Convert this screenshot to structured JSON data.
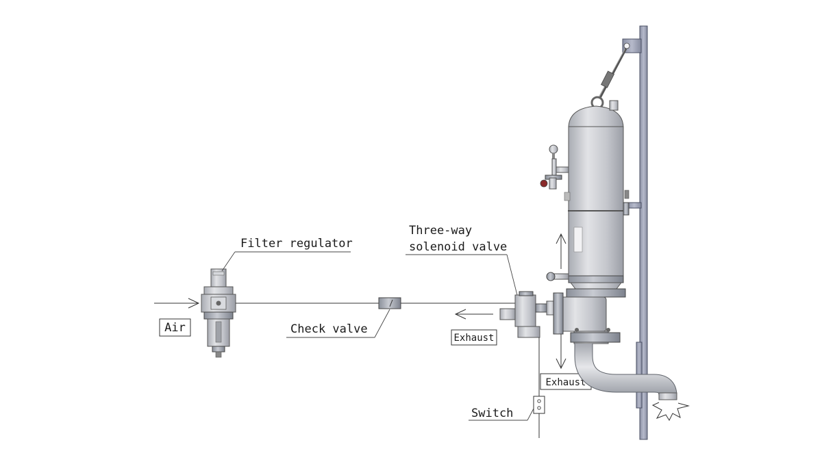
{
  "labels": {
    "filter_regulator": "Filter regulator",
    "three_way_line1": "Three-way",
    "three_way_line2": "solenoid valve",
    "check_valve": "Check valve",
    "air": "Air",
    "exhaust_1": "Exhaust",
    "exhaust_2": "Exhaust",
    "switch": "Switch"
  },
  "colors": {
    "frame": "#9a9fb2",
    "metal": "#c9cbd0",
    "line": "#333333"
  }
}
